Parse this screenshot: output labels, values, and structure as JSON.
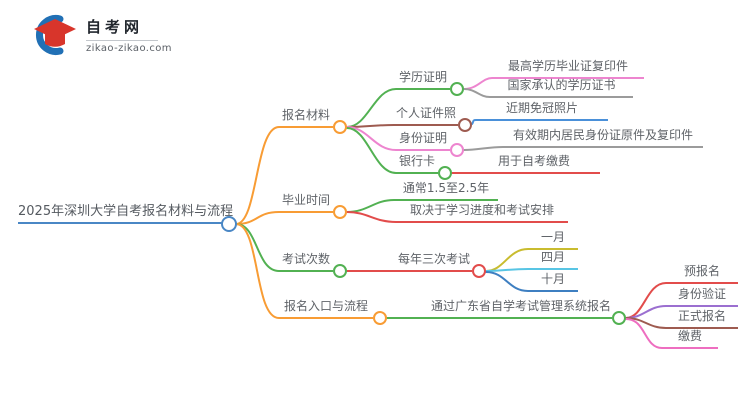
{
  "logo": {
    "title": "自考网",
    "domain": "zikao-zikao.com"
  },
  "root": {
    "label": "2025年深圳大学自考报名材料与流程"
  },
  "branches": [
    {
      "label": "报名材料",
      "children": [
        {
          "label": "学历证明",
          "children": [
            {
              "label": "最高学历毕业证复印件"
            },
            {
              "label": "国家承认的学历证书"
            }
          ]
        },
        {
          "label": "个人证件照",
          "children": [
            {
              "label": "近期免冠照片"
            }
          ]
        },
        {
          "label": "身份证明",
          "children": [
            {
              "label": "有效期内居民身份证原件及复印件"
            }
          ]
        },
        {
          "label": "银行卡",
          "children": [
            {
              "label": "用于自考缴费"
            }
          ]
        }
      ]
    },
    {
      "label": "毕业时间",
      "children": [
        {
          "label": "通常1.5至2.5年"
        },
        {
          "label": "取决于学习进度和考试安排"
        }
      ]
    },
    {
      "label": "考试次数",
      "children": [
        {
          "label": "每年三次考试",
          "children": [
            {
              "label": "一月"
            },
            {
              "label": "四月"
            },
            {
              "label": "十月"
            }
          ]
        }
      ]
    },
    {
      "label": "报名入口与流程",
      "children": [
        {
          "label": "通过广东省自学考试管理系统报名",
          "children": [
            {
              "label": "预报名"
            },
            {
              "label": "身份验证"
            },
            {
              "label": "正式报名"
            },
            {
              "label": "缴费"
            }
          ]
        }
      ]
    }
  ],
  "colors": {
    "root_blue": "#4A87C5",
    "orange": "#F89C34",
    "green": "#52B152",
    "brown": "#9E5B50",
    "pink": "#ED85CF",
    "gray": "#9B9B9B",
    "skyblue": "#4A90D9",
    "red": "#E24C4B",
    "olive": "#C9BC2F",
    "cyan": "#58C5E4",
    "blue": "#3E7FC1",
    "purple": "#9B6FD0",
    "magenta": "#EE6EC0",
    "logo_blue": "#2170B5",
    "logo_red": "#D8352B"
  }
}
